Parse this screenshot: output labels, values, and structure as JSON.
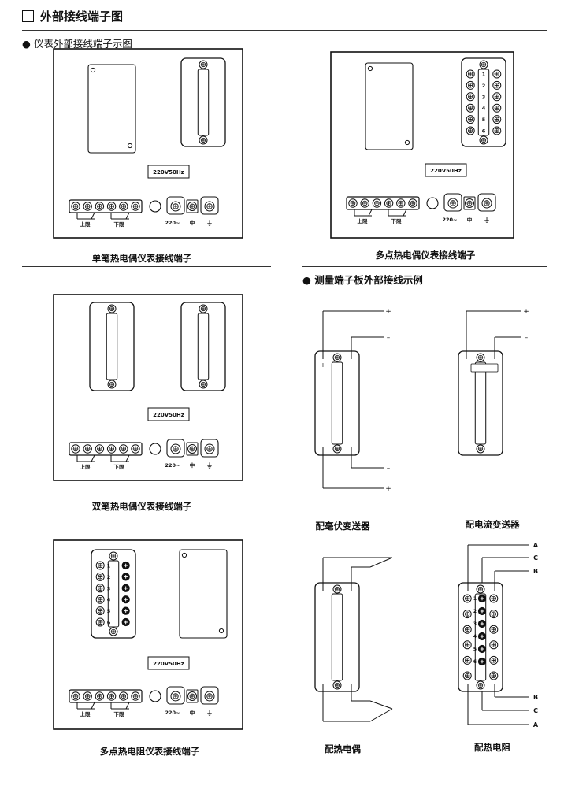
{
  "header": {
    "title": "外部接线端子图"
  },
  "sections": {
    "external_terminal_diagram": "仪表外部接线端子示图",
    "measure_wiring_example": "测量端子板外部接线示例"
  },
  "panels": {
    "labels": {
      "power_rating": "220V50Hz",
      "upper_limit": "上限",
      "lower_limit": "下限",
      "voltage": "220",
      "neutral": "中",
      "ground": "⏚"
    },
    "captions": {
      "single_pen": "单笔热电偶仪表接线端子",
      "multipoint_tc": "多点热电偶仪表接线端子",
      "dual_pen": "双笔热电偶仪表接线端子",
      "multipoint_rtd": "多点热电阻仪表接线端子"
    },
    "terminal_numbers": [
      "1",
      "2",
      "3",
      "4",
      "5",
      "6"
    ]
  },
  "examples": {
    "captions": {
      "millivolt_transmitter": "配毫伏变送器",
      "current_transmitter": "配电流变送器",
      "thermocouple": "配热电偶",
      "rtd": "配热电阻"
    },
    "signs": {
      "plus": "+",
      "minus": "–"
    },
    "rtd_letters": [
      "A",
      "C",
      "B"
    ]
  }
}
